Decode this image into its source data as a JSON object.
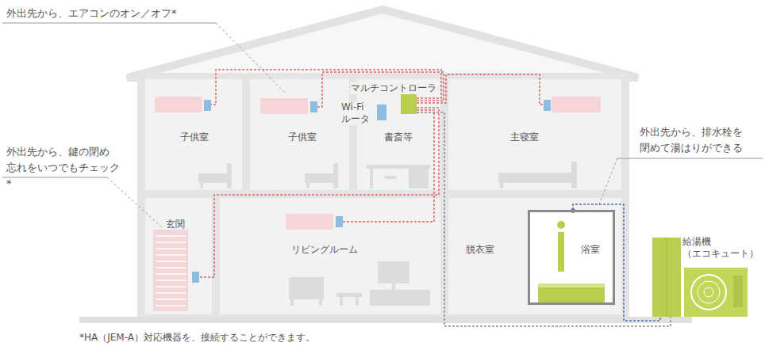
{
  "diagram": {
    "caption": "*HA（JEM-A）対応機器を、接続することができます。",
    "nodes": [
      {
        "text": [
          "子供室"
        ]
      },
      {
        "text": [
          "子供室"
        ]
      },
      {
        "text": [
          "書斎等"
        ]
      },
      {
        "text": [
          "Wi-Fi ルータ"
        ],
        "in": 2
      },
      {
        "text": [
          "マルチコントローラ"
        ],
        "in": 2
      },
      {
        "text": [
          "主寝室"
        ]
      },
      {
        "text": [
          "玄関"
        ]
      },
      {
        "text": [
          "リビングルーム"
        ]
      },
      {
        "text": [
          "脱衣室"
        ]
      },
      {
        "text": [
          "浴室"
        ]
      },
      {
        "text": [
          "給湯機 （エコキュート）"
        ]
      }
    ],
    "edges": [
      {
        "from": 4,
        "to": 0,
        "arrow": "none"
      },
      {
        "from": 4,
        "to": 1,
        "arrow": "none"
      },
      {
        "from": 4,
        "to": 5,
        "arrow": "none"
      },
      {
        "from": 4,
        "to": 6,
        "arrow": "none"
      },
      {
        "from": 4,
        "to": 7,
        "arrow": "none"
      },
      {
        "from": 4,
        "to": 10,
        "arrow": "none"
      },
      {
        "from": 9,
        "to": 10,
        "arrow": "none"
      }
    ],
    "labels": [
      "外出先から、エアコンのオン／オフ*",
      "外出先から、鍵の閉め 忘れをいつでもチェック*",
      "外出先から、排水栓を 閉めて湯はりができる"
    ]
  }
}
